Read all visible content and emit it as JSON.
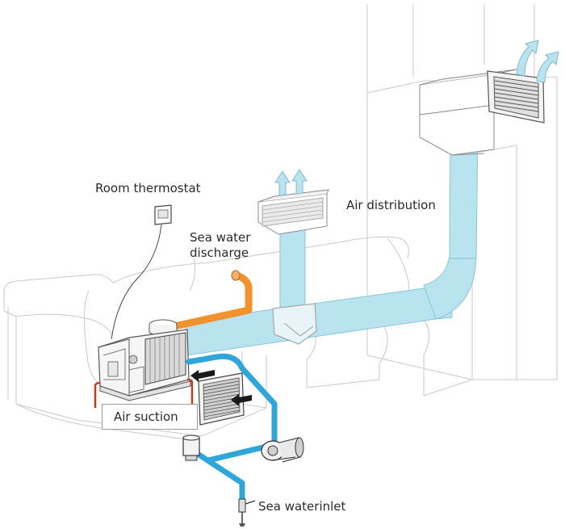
{
  "labels": {
    "room_thermostat": "Room thermostat",
    "sea_water_discharge_line1": "Sea water",
    "sea_water_discharge_line2": "discharge",
    "air_distribution": "Air distribution",
    "air_suction": "Air suction",
    "sea_water_inlet": "Sea waterinlet"
  },
  "colors": {
    "duct": "#b9e3ee",
    "duct_stroke": "#86c6d8",
    "sea_water_pipe": "#2fa6d8",
    "discharge_pipe": "#f0922e",
    "outline": "#b7b7b7",
    "heater_red": "#c23b22",
    "arrow_black": "#1a1a1a"
  }
}
